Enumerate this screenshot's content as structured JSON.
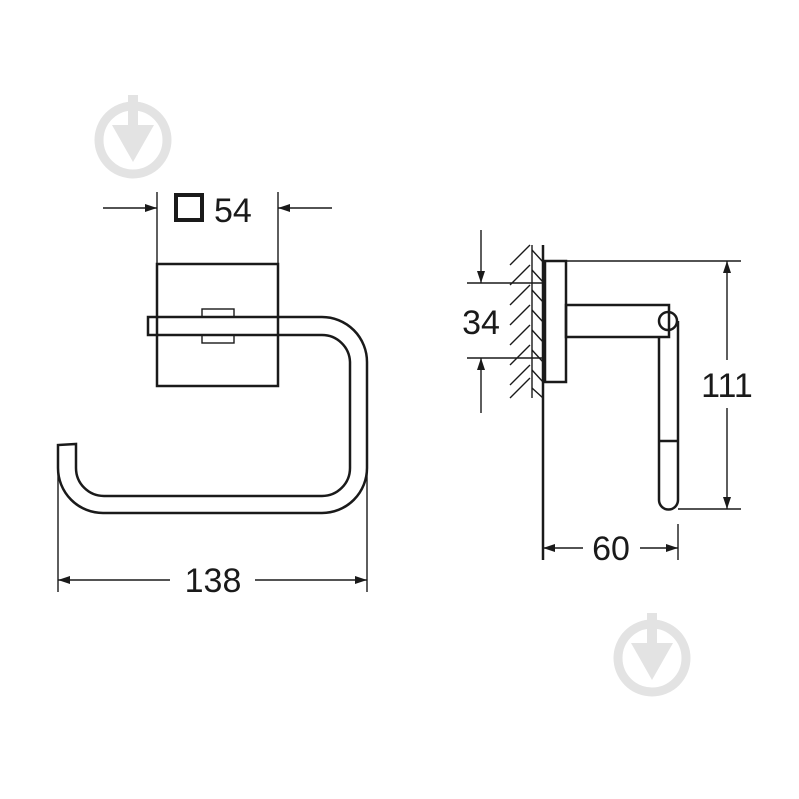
{
  "drawing": {
    "front_view": {
      "width_dimension": "138",
      "mount_dimension": "54",
      "mount_symbol": "square-icon"
    },
    "side_view": {
      "hole_spacing_dimension": "34",
      "height_dimension": "111",
      "depth_dimension": "60"
    },
    "watermark_icon": "down-arrow-circle-logo",
    "colors": {
      "line": "#1a1a1a",
      "watermark": "#e3e3e3"
    }
  }
}
